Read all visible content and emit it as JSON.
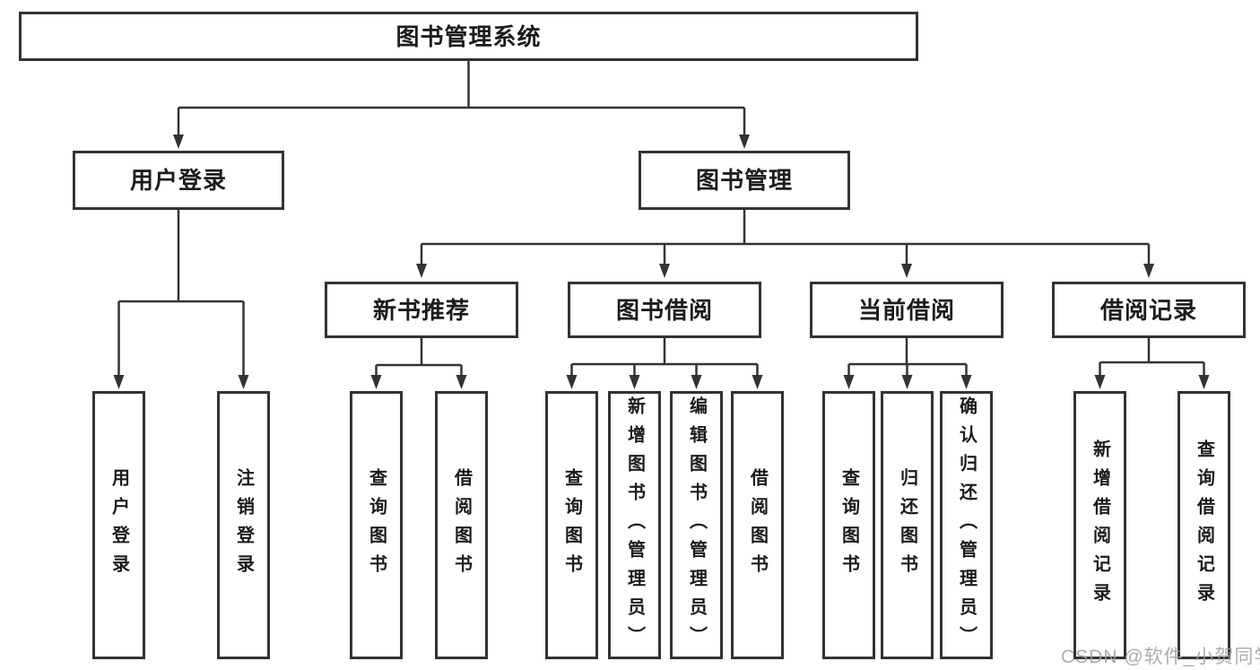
{
  "diagram": {
    "root": {
      "label": "图书管理系统"
    },
    "level1": [
      {
        "label": "用户登录",
        "leaves": [
          {
            "label": "用户登录"
          },
          {
            "label": "注销登录"
          }
        ]
      },
      {
        "label": "图书管理",
        "modules": [
          {
            "label": "新书推荐",
            "leaves": [
              {
                "label": "查询图书"
              },
              {
                "label": "借阅图书"
              }
            ]
          },
          {
            "label": "图书借阅",
            "leaves": [
              {
                "label": "查询图书"
              },
              {
                "label": "新增图书（管理员）"
              },
              {
                "label": "编辑图书（管理员）"
              },
              {
                "label": "借阅图书"
              }
            ]
          },
          {
            "label": "当前借阅",
            "leaves": [
              {
                "label": "查询图书"
              },
              {
                "label": "归还图书"
              },
              {
                "label": "确认归还（管理员）"
              }
            ]
          },
          {
            "label": "借阅记录",
            "leaves": [
              {
                "label": "新增借阅记录"
              },
              {
                "label": "查询借阅记录"
              }
            ]
          }
        ]
      }
    ]
  },
  "watermark": {
    "text": "CSDN @软件_小贺同学"
  },
  "colors": {
    "line": "#333333",
    "box_border": "#333333",
    "text": "#1c1c1c",
    "background": "#ffffff",
    "watermark": "#9e9ea5"
  }
}
